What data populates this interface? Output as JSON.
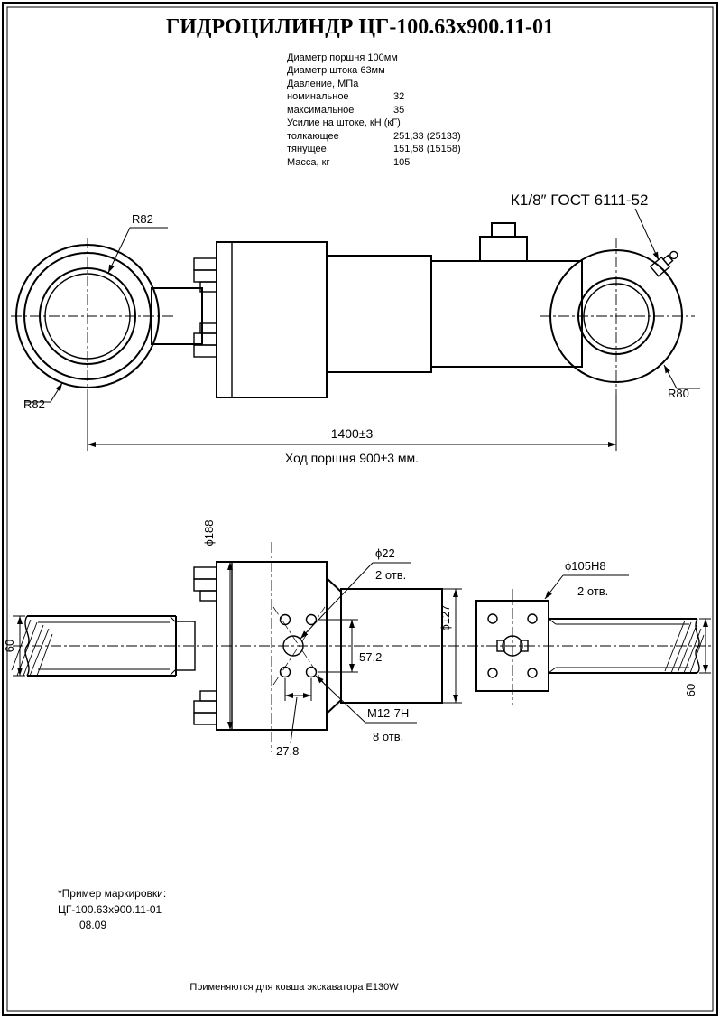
{
  "page": {
    "title": "ГИДРОЦИЛИНДР ЦГ-100.63х900.11-01",
    "footer_note": "Применяются для ковша экскаватора E130W"
  },
  "colors": {
    "ink": "#000000",
    "paper": "#ffffff"
  },
  "specs": {
    "rows": [
      {
        "label": "Диаметр поршня 100мм",
        "value": ""
      },
      {
        "label": "Диаметр штока 63мм",
        "value": ""
      },
      {
        "label": "Давление, МПа",
        "value": ""
      },
      {
        "label": "номинальное",
        "value": "32"
      },
      {
        "label": "максимальное",
        "value": "35"
      },
      {
        "label": "Усилие на штоке, кН (кГ)",
        "value": ""
      },
      {
        "label": "толкающее",
        "value": "251,33 (25133)"
      },
      {
        "label": "тянущее",
        "value": "151,58 (15158)"
      },
      {
        "label": "Масса, кг",
        "value": "105"
      }
    ]
  },
  "labels": {
    "gost": "К1/8″ ГОСТ 6111-52",
    "r82_top": "R82",
    "r82_bottom": "R82",
    "r80": "R80",
    "dim_length": "1400±3",
    "stroke": "Ход поршня 900±3 мм.",
    "d188": "ϕ188",
    "d22": "ϕ22",
    "d22_holes": "2 отв.",
    "dim_572": "57,2",
    "d127": "ϕ127",
    "d105": "ϕ105Н8",
    "d105_holes": "2 отв.",
    "m12": "М12-7Н",
    "m12_holes": "8 отв.",
    "dim_278": "27,8",
    "dim_60_left": "60",
    "dim_60_right": "60"
  },
  "marking": {
    "line1": "*Пример маркировки:",
    "line2": "ЦГ-100.63х900.11-01",
    "line3": "08.09"
  }
}
